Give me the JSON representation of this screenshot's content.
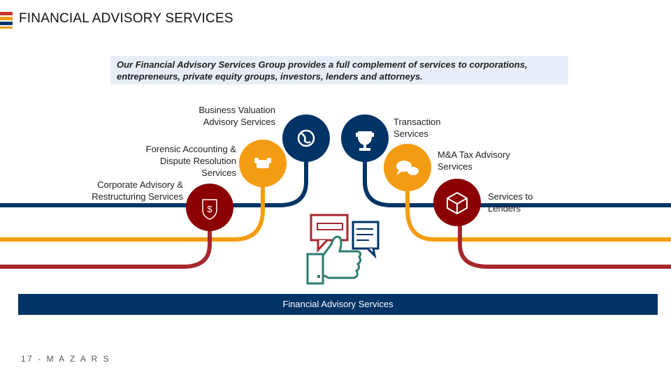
{
  "header": {
    "title": "FINANCIAL ADVISORY SERVICES",
    "flag_colors": [
      "#c0392b",
      "#f39c12",
      "#003366",
      "#f39c12"
    ]
  },
  "intro": {
    "text": "Our Financial Advisory Services Group provides a full complement of services to corporations, entrepreneurs, private equity groups, investors, lenders and attorneys."
  },
  "services": [
    {
      "label": "Business Valuation\nAdvisory Services",
      "color": "#003366",
      "icon": "globe-icon"
    },
    {
      "label": "Transaction\nServices",
      "color": "#003366",
      "icon": "trophy-icon"
    },
    {
      "label": "Forensic Accounting &\nDispute Resolution\nServices",
      "color": "#f39c12",
      "icon": "handshake-icon"
    },
    {
      "label": "M&A Tax Advisory\nServices",
      "color": "#f39c12",
      "icon": "chat-bubbles-icon"
    },
    {
      "label": "Corporate Advisory &\nRestructuring Services",
      "color": "#8b0000",
      "icon": "shield-dollar-icon"
    },
    {
      "label": "Services to\nLenders",
      "color": "#8b0000",
      "icon": "box-icon"
    }
  ],
  "center": {
    "icon": "thumbs-up-feedback-icon",
    "bar_label": "Financial Advisory Services"
  },
  "footer": {
    "text": "17 - M A Z A R S"
  }
}
